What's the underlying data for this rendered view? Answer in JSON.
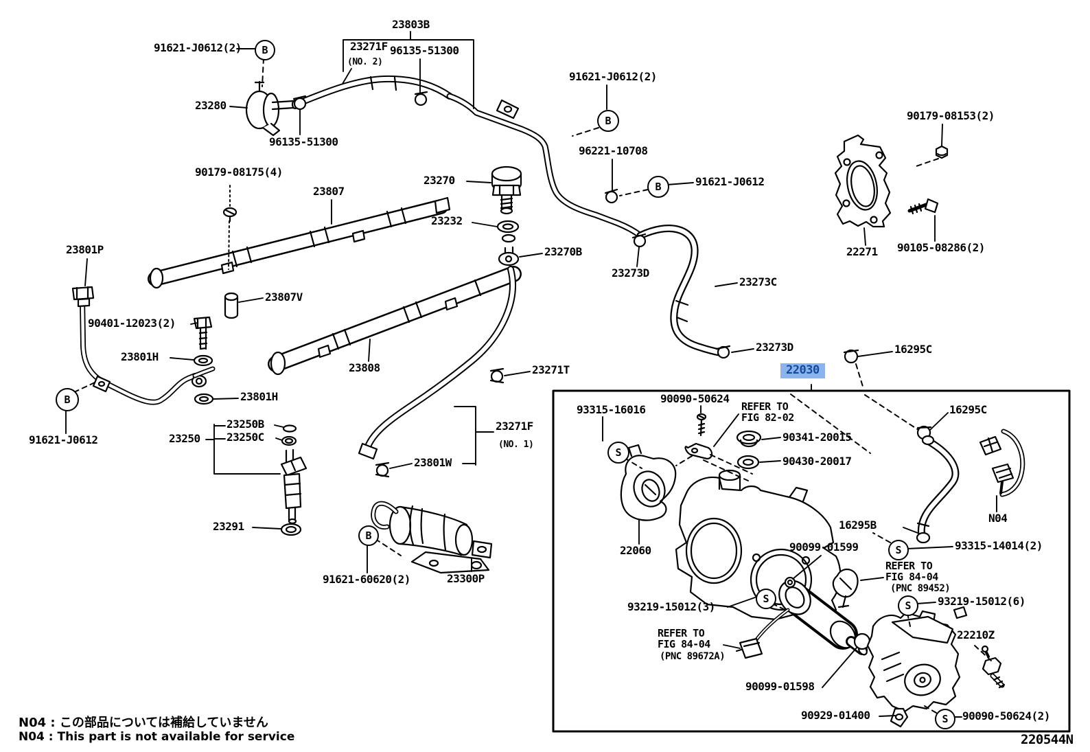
{
  "doc": {
    "figure_code": "220544N"
  },
  "highlight": {
    "bg": "#8ab4ee",
    "fg": "#164a9c"
  },
  "callouts": {
    "b": "B",
    "s": "S"
  },
  "notes": {
    "jp": "N04 : この部品については補給していません",
    "en": "N04 : This part is not available for service"
  },
  "labels": {
    "p91621_j0612_2": "91621-J0612(2)",
    "p23280": "23280",
    "p23271f": "23271F",
    "no2": "(NO. 2)",
    "no1": "(NO. 1)",
    "p23803b": "23803B",
    "p96135_51300": "96135-51300",
    "p96221_10708": "96221-10708",
    "p91621_j0612": "91621-J0612",
    "p90179_08153_2": "90179-08153(2)",
    "p22271": "22271",
    "p90105_08286_2": "90105-08286(2)",
    "p90179_08175_4": "90179-08175(4)",
    "p23807": "23807",
    "p23801p": "23801P",
    "p90401_12023_2": "90401-12023(2)",
    "p23801h": "23801H",
    "p23807v": "23807V",
    "p23270": "23270",
    "p23232": "23232",
    "p23270b": "23270B",
    "p23273d": "23273D",
    "p23273c": "23273C",
    "p16295c": "16295C",
    "p22030": "22030",
    "p23808": "23808",
    "p23271t": "23271T",
    "p23250": "23250",
    "p23250b": "23250B",
    "p23250c": "23250C",
    "p23291": "23291",
    "p23801w": "23801W",
    "p91621_60620_2": "91621-60620(2)",
    "p23300p": "23300P",
    "p93315_16016": "93315-16016",
    "p90090_50624": "90090-50624",
    "refer_to": "REFER TO",
    "fig_82_02": "FIG 82-02",
    "fig_84_04": "FIG 84-04",
    "pnc_89452": "(PNC 89452)",
    "pnc_89672a": "(PNC 89672A)",
    "p90341_20015": "90341-20015",
    "p90430_20017": "90430-20017",
    "n04": "N04",
    "p22060": "22060",
    "p90099_01599": "90099-01599",
    "p16295b": "16295B",
    "p93315_14014_2": "93315-14014(2)",
    "p93219_15012_6": "93219-15012(6)",
    "p93219_15012_3": "93219-15012(3)",
    "p22210z": "22210Z",
    "p90099_01598": "90099-01598",
    "p90929_01400": "90929-01400",
    "p90090_50624_2": "90090-50624(2)"
  }
}
